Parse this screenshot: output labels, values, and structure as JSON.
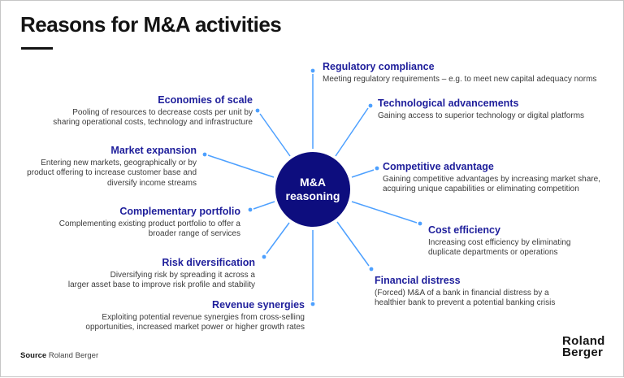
{
  "header": {
    "title": "Reasons for M&A activities"
  },
  "center": {
    "line1": "M&A",
    "line2": "reasoning"
  },
  "reasons": [
    {
      "id": "economies-of-scale",
      "title": "Economies of scale",
      "lines": [
        "Pooling of resources to decrease costs per unit by",
        "sharing operational costs, technology and infrastructure"
      ]
    },
    {
      "id": "market-expansion",
      "title": "Market expansion",
      "lines": [
        "Entering new markets, geographically or by",
        "product offering to increase customer base and",
        "diversify income streams"
      ]
    },
    {
      "id": "complementary-portfolio",
      "title": "Complementary portfolio",
      "lines": [
        "Complementing existing product portfolio to offer a",
        "broader range of services"
      ]
    },
    {
      "id": "risk-diversification",
      "title": "Risk diversification",
      "lines": [
        "Diversifying risk by spreading it across a",
        "larger asset base to improve risk profile and stability"
      ]
    },
    {
      "id": "revenue-synergies",
      "title": "Revenue synergies",
      "lines": [
        "Exploiting potential revenue synergies from cross-selling",
        "opportunities, increased market power or higher growth rates"
      ]
    },
    {
      "id": "regulatory-compliance",
      "title": "Regulatory compliance",
      "lines": [
        "Meeting regulatory requirements – e.g. to meet new capital adequacy norms"
      ]
    },
    {
      "id": "technological-advancements",
      "title": "Technological advancements",
      "lines": [
        "Gaining access to superior technology or digital platforms"
      ]
    },
    {
      "id": "competitive-advantage",
      "title": "Competitive advantage",
      "lines": [
        "Gaining competitive advantages by increasing market share,",
        "acquiring unique capabilities or eliminating competition"
      ]
    },
    {
      "id": "cost-efficiency",
      "title": "Cost efficiency",
      "lines": [
        "Increasing cost efficiency by eliminating",
        "duplicate departments or operations"
      ]
    },
    {
      "id": "financial-distress",
      "title": "Financial distress",
      "lines": [
        "(Forced) M&A of a bank in financial distress by a",
        "healthier bank to prevent a potential banking crisis"
      ]
    }
  ],
  "footer": {
    "source_label": "Source",
    "source_value": "Roland Berger"
  },
  "logo": {
    "line1": "Roland",
    "line2": "Berger"
  },
  "colors": {
    "circle_navy": "#0d0d7e",
    "heading_blue": "#1e1e9b",
    "spoke_blue": "#4da0ff",
    "title_black": "#141414",
    "body_gray": "#3c3c3c"
  }
}
